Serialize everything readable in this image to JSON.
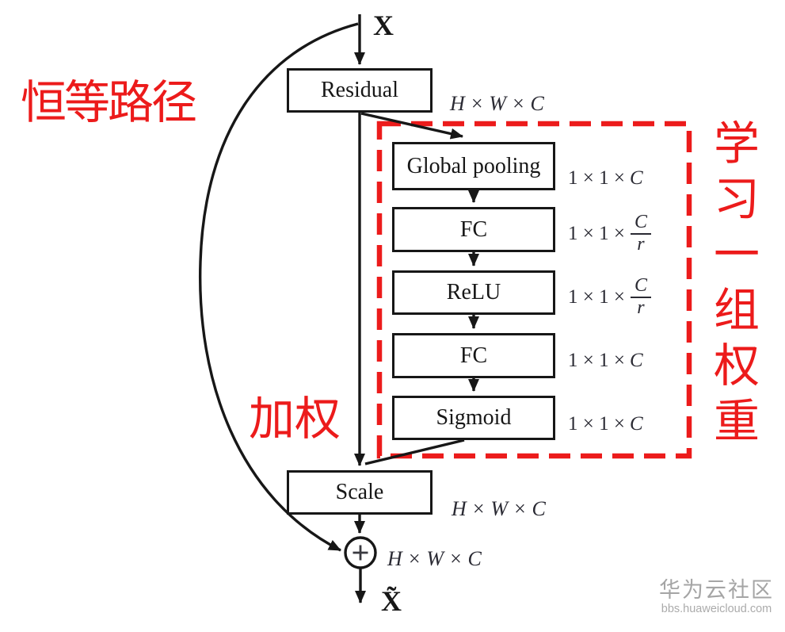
{
  "colors": {
    "annotation_red": "#ec1b1b",
    "line_black": "#171717",
    "watermark_gray": "#a5a5a5"
  },
  "diagram": {
    "input_label": "X",
    "output_label": "X̃",
    "residual": {
      "label": "Residual",
      "dim": "H × W × C"
    },
    "se_blocks": [
      {
        "label": "Global pooling",
        "dim_pre": "1 × 1 ×",
        "dim_var": "C"
      },
      {
        "label": "FC",
        "dim_pre": "1 × 1 ×",
        "dim_num": "C",
        "dim_den": "r"
      },
      {
        "label": "ReLU",
        "dim_pre": "1 × 1 ×",
        "dim_num": "C",
        "dim_den": "r"
      },
      {
        "label": "FC",
        "dim_pre": "1 × 1 ×",
        "dim_var": "C"
      },
      {
        "label": "Sigmoid",
        "dim_pre": "1 × 1 ×",
        "dim_var": "C"
      }
    ],
    "scale": {
      "label": "Scale",
      "dim": "H × W × C"
    },
    "sum_dim": "H × W × C"
  },
  "annotations": {
    "identity_path": "恒等路径",
    "weighting": "加权",
    "learn_weights": "学习一组权重"
  },
  "watermark": {
    "site_name": "华为云社区",
    "site_url": "bbs.huaweicloud.com"
  }
}
